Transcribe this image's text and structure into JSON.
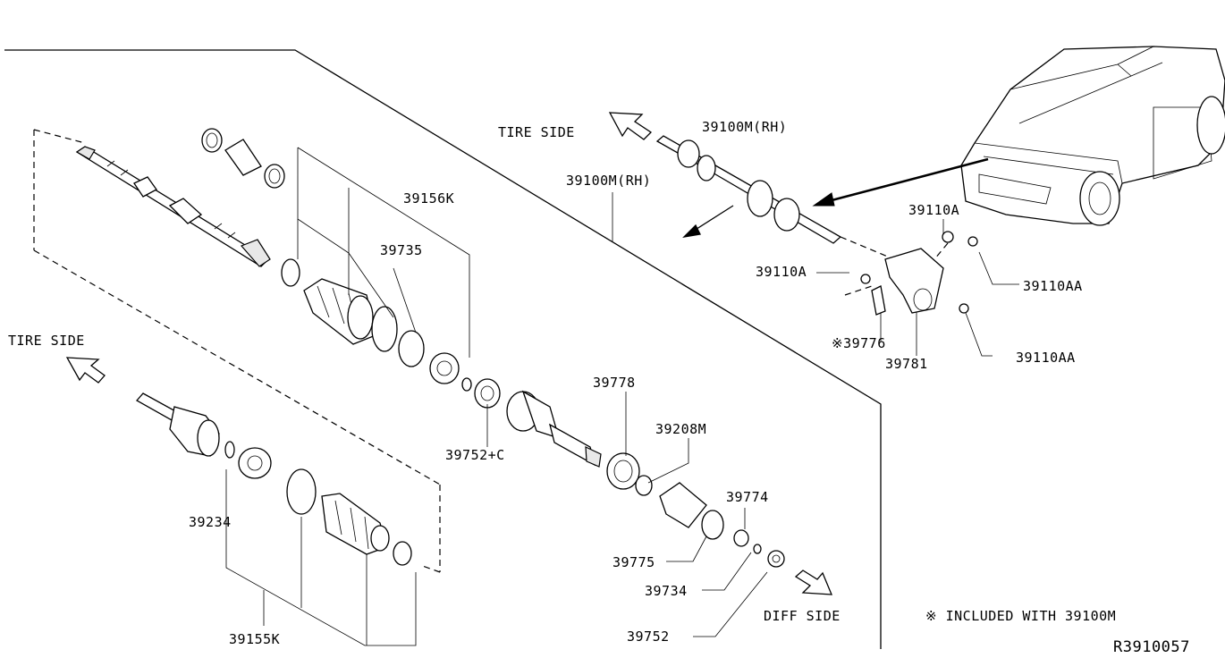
{
  "labels": {
    "tire_side_top": "TIRE SIDE",
    "tire_side_left": "TIRE SIDE",
    "diff_side": "DIFF SIDE",
    "p39100m_a": "39100M(RH)",
    "p39100m_b": "39100M(RH)",
    "p39156k": "39156K",
    "p39735": "39735",
    "p39752c": "39752+C",
    "p39778": "39778",
    "p39208m": "39208M",
    "p39774": "39774",
    "p39775": "39775",
    "p39734": "39734",
    "p39752": "39752",
    "p39234": "39234",
    "p39155k": "39155K",
    "p39110a_a": "39110A",
    "p39110a_b": "39110A",
    "p39110aa_a": "39110AA",
    "p39110aa_b": "39110AA",
    "p39776": "※39776",
    "p39781": "39781",
    "note": "※ INCLUDED WITH 39100M",
    "ref": "R3910057"
  }
}
